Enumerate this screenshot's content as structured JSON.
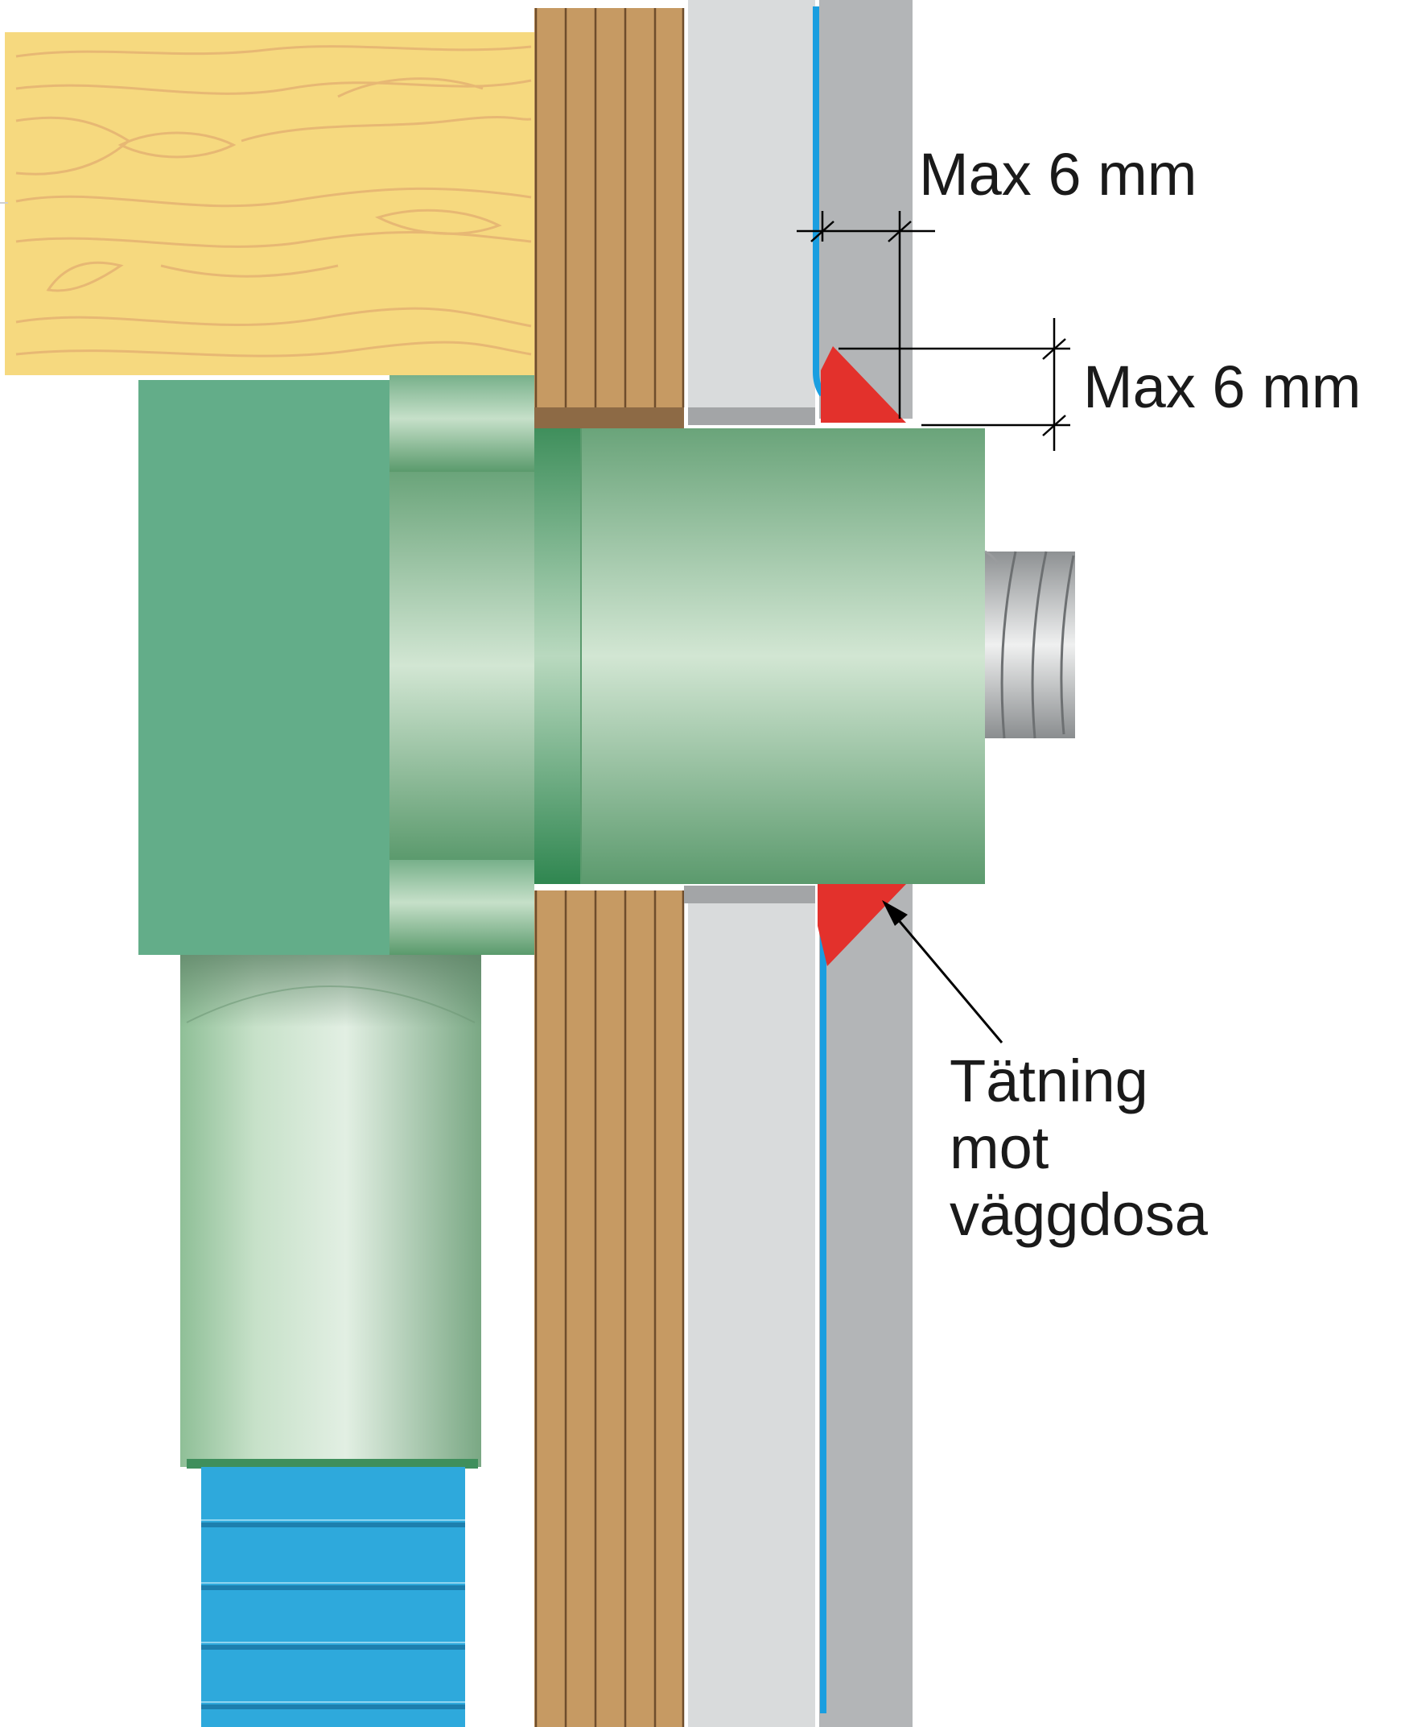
{
  "labels": {
    "max_gap_horizontal": "Max 6 mm",
    "max_gap_vertical": "Max 6 mm",
    "seal_line1": "Tätning",
    "seal_line2": "mot",
    "seal_line3": "väggdosa"
  },
  "colors": {
    "timber": "#f6d97f",
    "wood_grain": "#e7b874",
    "plywood": "#c69a63",
    "plywood_lines": "#6e4d2c",
    "board": "#d9dbdc",
    "board_outer": "#b3b5b7",
    "membrane": "#1a9ee0",
    "box_green": "#63ad89",
    "sleeve_green": "#97c4a0",
    "seal_red": "#e3312c",
    "hose_blue": "#2ea9dc",
    "pipe_metal": "#c9cbcd"
  },
  "icons": {
    "arrow": "arrow-icon"
  }
}
